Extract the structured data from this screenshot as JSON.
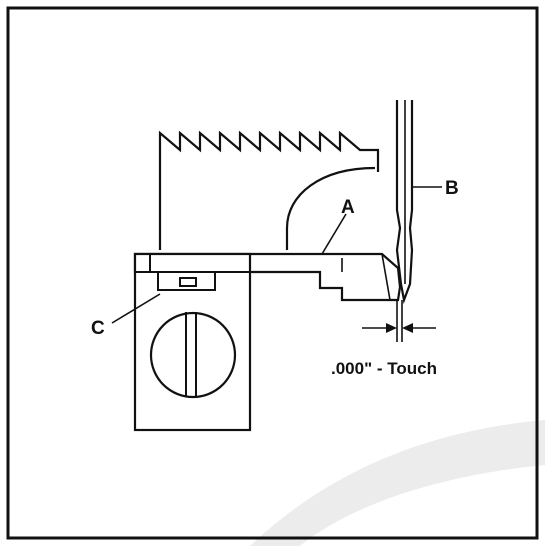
{
  "labels": {
    "a": "A",
    "b": "B",
    "c": "C",
    "clearance": ".000\" - Touch"
  },
  "colors": {
    "ink": "#111111",
    "paper": "#ffffff",
    "watermark": "#ececec"
  }
}
